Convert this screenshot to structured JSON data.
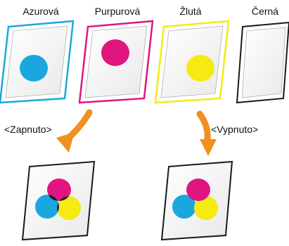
{
  "plates": [
    {
      "label": "Azurová",
      "color": "#1aa7e0",
      "has_dot": true
    },
    {
      "label": "Purpurová",
      "color": "#e0157f",
      "has_dot": true
    },
    {
      "label": "Žlutá",
      "color": "#f5ea12",
      "has_dot": true
    },
    {
      "label": "Černá",
      "color": "#ffffff",
      "has_dot": false
    }
  ],
  "results": {
    "on_label": "<Zapnuto>",
    "off_label": "<Vypnuto>"
  },
  "colors": {
    "arrow": "#f0901e",
    "paper_border": "#1a1a1a",
    "overlap_dark": "#1a1a2a"
  },
  "icons": [
    "curved-down-arrow-icon",
    "paper-sheet-icon"
  ]
}
